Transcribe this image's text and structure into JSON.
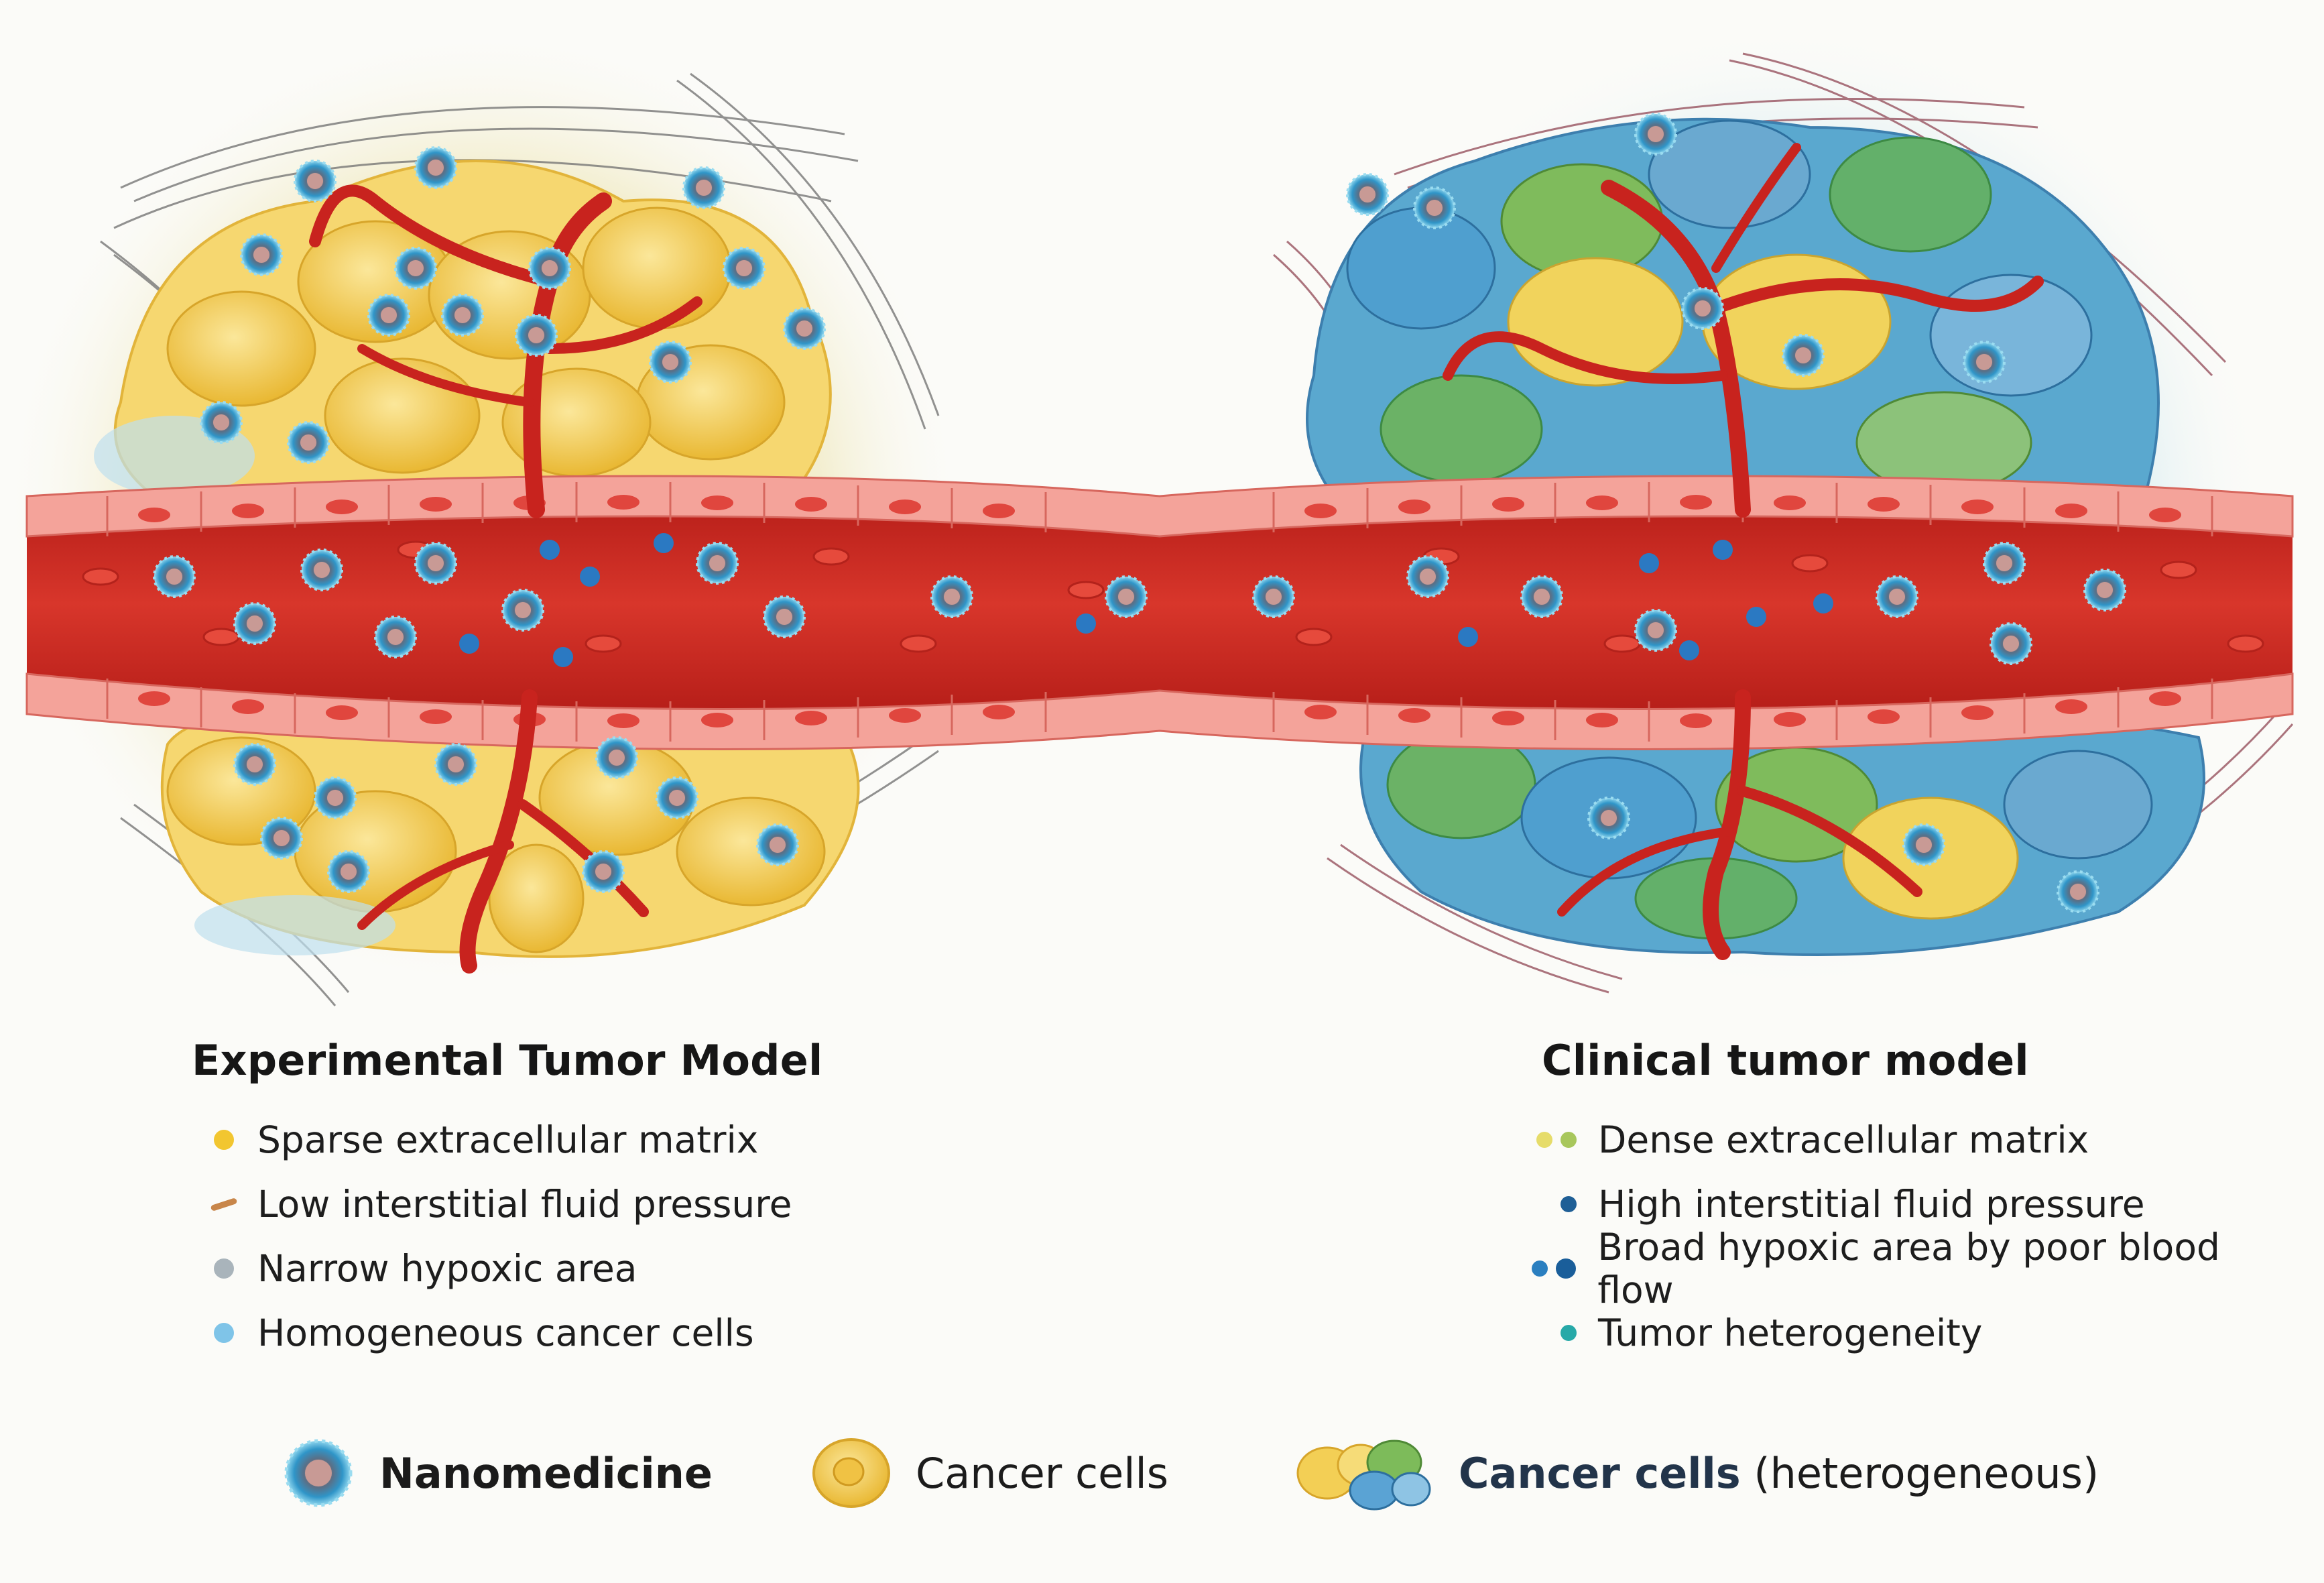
{
  "left_panel": {
    "title": "Experimental Tumor Model",
    "items": [
      {
        "label": "Sparse extracellular matrix",
        "colors": [
          "#f2c630"
        ]
      },
      {
        "label": "Low interstitial fluid pressure",
        "colors": [
          "#c8864a"
        ]
      },
      {
        "label": "Narrow hypoxic area",
        "colors": [
          "#a9b4bb"
        ]
      },
      {
        "label": "Homogeneous cancer cells",
        "colors": [
          "#7fc4e8"
        ]
      }
    ]
  },
  "right_panel": {
    "title": "Clinical tumor model",
    "items": [
      {
        "label": "Dense extracellular matrix",
        "colors": [
          "#e6dc6a",
          "#a8c75c"
        ]
      },
      {
        "label": "High interstitial fluid pressure",
        "colors": [
          "#1f5f96"
        ]
      },
      {
        "label": "Broad hypoxic area by poor blood flow",
        "colors": [
          "#2a7fc0",
          "#1a5e9a"
        ]
      },
      {
        "label": "Tumor heterogeneity",
        "colors": [
          "#27a9a8"
        ]
      }
    ]
  },
  "legend": {
    "nanomedicine": "Nanomedicine",
    "cancer_cells": "Cancer cells",
    "cancer_cells_het_strong": "Cancer cells",
    "cancer_cells_het_suffix": " (heterogeneous)"
  },
  "colors": {
    "vessel": "#c8231e",
    "vessel_wall": "#f4a39a",
    "endothelial_nucleus": "#e0463e",
    "yellow_cell": "#f3cf55",
    "nanoparticle": "#2e8fc4",
    "extracellular_fiber": "#6e6e6e"
  }
}
